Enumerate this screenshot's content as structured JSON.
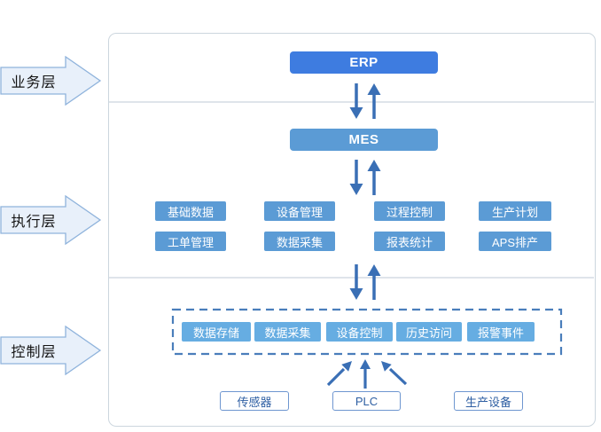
{
  "diagram": {
    "layers": [
      {
        "label": "业务层"
      },
      {
        "label": "执行层"
      },
      {
        "label": "控制层"
      }
    ],
    "business": {
      "erp": "ERP"
    },
    "execution": {
      "mes": "MES",
      "modules": [
        "基础数据",
        "设备管理",
        "过程控制",
        "生产计划",
        "工单管理",
        "数据采集",
        "报表统计",
        "APS排产"
      ]
    },
    "control": {
      "modules": [
        "数据存储",
        "数据采集",
        "设备控制",
        "历史访问",
        "报警事件"
      ],
      "devices": [
        "传感器",
        "PLC",
        "生产设备"
      ]
    },
    "colors": {
      "erp_blue": "#3e7ce0",
      "mes_blue": "#5b9bd5",
      "execution_module_blue": "#5b9bd5",
      "control_module_blue": "#66ade2",
      "arrow_blue": "#3a6fb5",
      "dashed_border_blue": "#4a7ebb",
      "device_border_blue": "#6e96d0",
      "device_text_blue": "#2e5fa3",
      "layer_arrow_fill": "#e8f0fa",
      "layer_arrow_border": "#8fb3dc"
    }
  }
}
